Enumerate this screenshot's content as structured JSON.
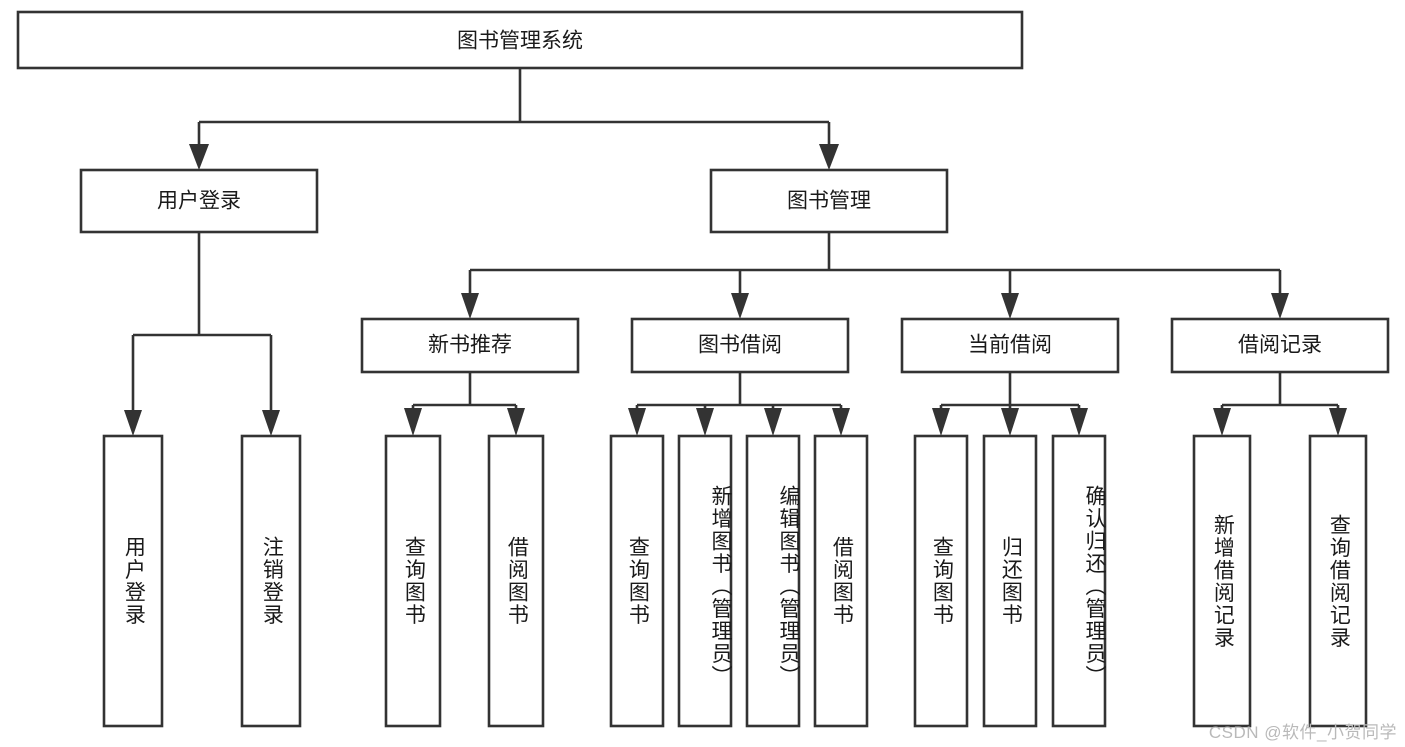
{
  "diagram": {
    "title_node": {
      "label": "图书管理系统"
    },
    "level2": [
      {
        "id": "user-login",
        "label": "用户登录"
      },
      {
        "id": "book-management",
        "label": "图书管理"
      }
    ],
    "level3": [
      {
        "id": "new-book-recommend",
        "label": "新书推荐"
      },
      {
        "id": "book-borrow",
        "label": "图书借阅"
      },
      {
        "id": "current-borrow",
        "label": "当前借阅"
      },
      {
        "id": "borrow-record",
        "label": "借阅记录"
      }
    ],
    "leaves": [
      {
        "id": "leaf-user-login",
        "label": "用户登录"
      },
      {
        "id": "leaf-logout-login",
        "label": "注销登录"
      },
      {
        "id": "leaf-query-book-1",
        "label": "查询图书"
      },
      {
        "id": "leaf-borrow-book-1",
        "label": "借阅图书"
      },
      {
        "id": "leaf-query-book-2",
        "label": "查询图书"
      },
      {
        "id": "leaf-add-book-admin",
        "label": "新增图书（管理员）"
      },
      {
        "id": "leaf-edit-book-admin",
        "label": "编辑图书（管理员）"
      },
      {
        "id": "leaf-borrow-book-2",
        "label": "借阅图书"
      },
      {
        "id": "leaf-query-book-3",
        "label": "查询图书"
      },
      {
        "id": "leaf-return-book",
        "label": "归还图书"
      },
      {
        "id": "leaf-confirm-return-admin",
        "label": "确认归还（管理员）"
      },
      {
        "id": "leaf-add-borrow-record",
        "label": "新增借阅记录"
      },
      {
        "id": "leaf-query-borrow-record",
        "label": "查询借阅记录"
      }
    ],
    "watermark": "CSDN @软件_小贺同学",
    "colors": {
      "stroke": "#333333",
      "box_fill": "#ffffff",
      "text": "#1a1a1a",
      "watermark": "#b9b9b9",
      "background": "#ffffff"
    }
  }
}
